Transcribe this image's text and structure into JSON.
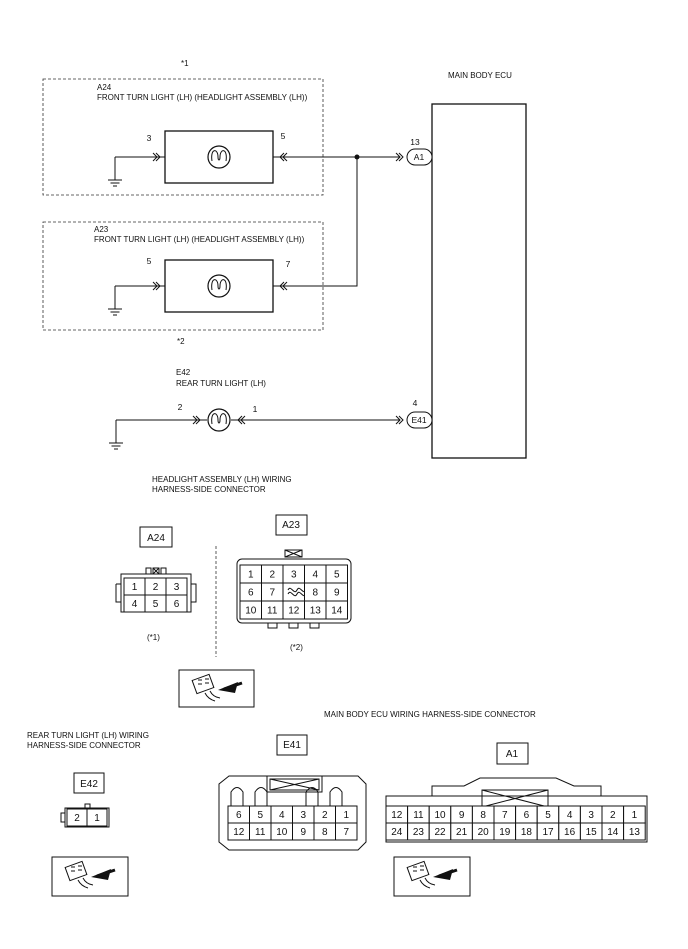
{
  "schematic": {
    "ecu_label": "MAIN BODY ECU",
    "note1": "*1",
    "note2": "*2",
    "a24_code": "A24",
    "a24_title": "FRONT TURN LIGHT (LH) (HEADLIGHT ASSEMBLY (LH))",
    "a24_pin_left": "3",
    "a24_pin_right": "5",
    "a23_code": "A23",
    "a23_title": "FRONT TURN LIGHT (LH) (HEADLIGHT ASSEMBLY (LH))",
    "a23_pin_left": "5",
    "a23_pin_right": "7",
    "e42_code": "E42",
    "e42_title": "REAR TURN LIGHT (LH)",
    "e42_pin_left": "2",
    "e42_pin_right": "1",
    "ecu_pin_a1": "13",
    "ecu_conn_a1": "A1",
    "ecu_pin_e41": "4",
    "ecu_conn_e41": "E41"
  },
  "connectors": {
    "headlight_title_1": "HEADLIGHT ASSEMBLY (LH) WIRING",
    "headlight_title_2": "HARNESS-SIDE CONNECTOR",
    "a24_label": "A24",
    "a24_cells": [
      "1",
      "2",
      "3",
      "4",
      "5",
      "6"
    ],
    "a24_note": "(*1)",
    "a23_label": "A23",
    "a23_cells": [
      "1",
      "2",
      "3",
      "4",
      "5",
      "6",
      "7",
      "8",
      "9",
      "10",
      "11",
      "12",
      "13",
      "14"
    ],
    "a23_note": "(*2)",
    "ecu_conn_title": "MAIN BODY ECU WIRING HARNESS-SIDE CONNECTOR",
    "rear_title_1": "REAR TURN LIGHT (LH) WIRING",
    "rear_title_2": "HARNESS-SIDE CONNECTOR",
    "e42_label": "E42",
    "e42_cells": [
      "2",
      "1"
    ],
    "e41_label": "E41",
    "e41_top": [
      "6",
      "5",
      "4",
      "3",
      "2",
      "1"
    ],
    "e41_bottom": [
      "12",
      "11",
      "10",
      "9",
      "8",
      "7"
    ],
    "a1_label": "A1",
    "a1_top": [
      "12",
      "11",
      "10",
      "9",
      "8",
      "7",
      "6",
      "5",
      "4",
      "3",
      "2",
      "1"
    ],
    "a1_bottom": [
      "24",
      "23",
      "22",
      "21",
      "20",
      "19",
      "18",
      "17",
      "16",
      "15",
      "14",
      "13"
    ]
  }
}
